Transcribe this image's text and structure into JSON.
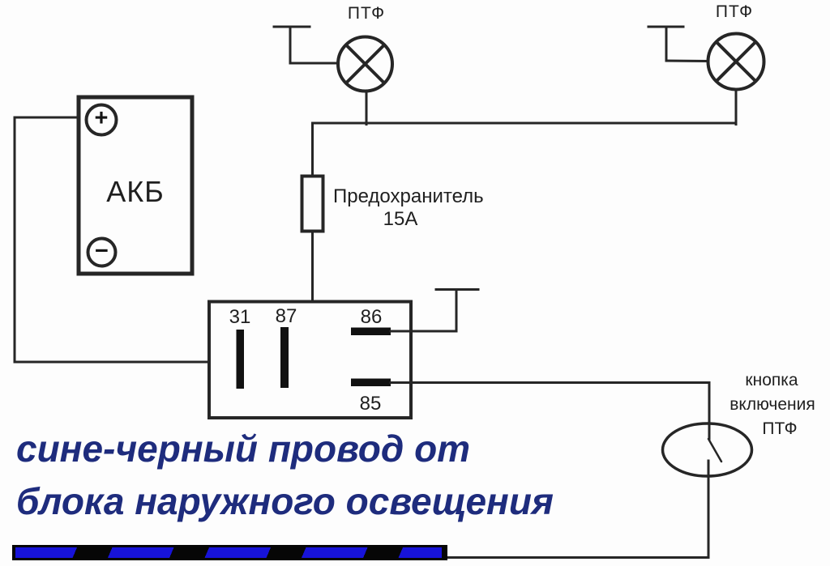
{
  "diagram": {
    "title_hint": "fog-lamp-wiring-schematic",
    "battery": {
      "label": "АКБ",
      "plus": "+",
      "minus": "−"
    },
    "lamps": {
      "left_label": "ПТФ",
      "right_label": "ПТФ"
    },
    "fuse": {
      "line1": "Предохранитель",
      "line2": "15А"
    },
    "relay": {
      "pin31": "31",
      "pin87": "87",
      "pin86": "86",
      "pin85": "85"
    },
    "button": {
      "line1": "кнопка",
      "line2": "включения",
      "line3": "ПТФ"
    },
    "caption": {
      "line1": "сине-черный провод от",
      "line2": "блока наружного освещения"
    },
    "colors": {
      "wire": "#262626",
      "caption_text": "#1e2c7d",
      "stripe_blue": "#1713d9",
      "stripe_black": "#060606"
    }
  }
}
